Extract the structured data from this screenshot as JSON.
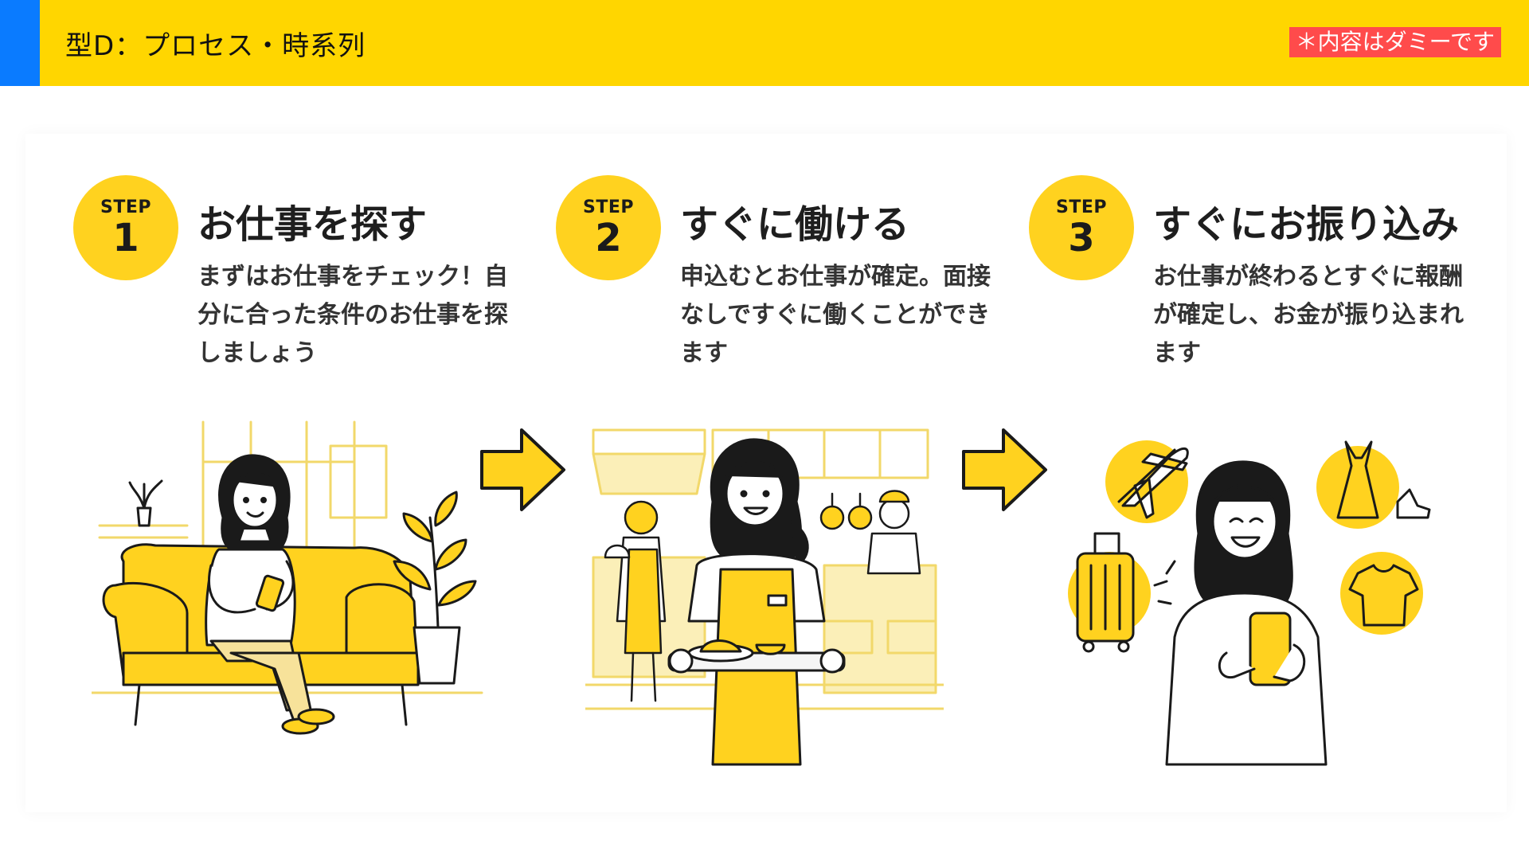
{
  "header": {
    "title": "型D：プロセス・時系列",
    "badge": "＊内容はダミーです"
  },
  "colors": {
    "header_bg": "#FFD600",
    "header_accent": "#0A7BFF",
    "badge_bg": "#FF4B4B",
    "step_yellow": "#FFD21F"
  },
  "steps": [
    {
      "label": "STEP",
      "number": "1",
      "title": "お仕事を探す",
      "description": "まずはお仕事をチェック！自分に合った条件のお仕事を探しましょう",
      "illustration": "woman-on-sofa-with-phone"
    },
    {
      "label": "STEP",
      "number": "2",
      "title": "すぐに働ける",
      "description": "申込むとお仕事が確定。面接なしですぐに働くことができます",
      "illustration": "waitress-in-kitchen"
    },
    {
      "label": "STEP",
      "number": "3",
      "title": "すぐにお振り込み",
      "description": "お仕事が終わるとすぐに報酬が確定し、お金が振り込まれます",
      "illustration": "woman-with-phone-shopping-icons"
    }
  ],
  "arrows": [
    "arrow-right-icon",
    "arrow-right-icon"
  ]
}
